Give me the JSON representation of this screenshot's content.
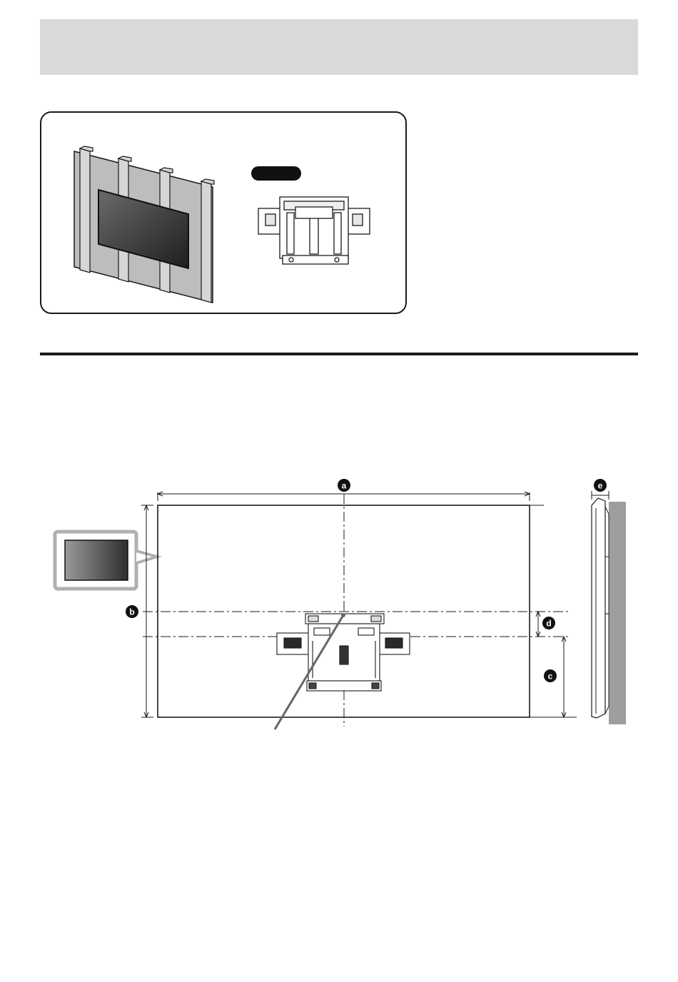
{
  "page": {
    "header_band_color": "#d9d9d9",
    "rule_color": "#1a1a1a"
  },
  "illustration": {
    "wall_panel_color": "#bdbdbd",
    "tv_screen_gradient": [
      "#5a5a5a",
      "#222222"
    ],
    "bracket_badge_color": "#111111",
    "wall_color": "#9e9e9e"
  },
  "diagram": {
    "labels": {
      "a": "a",
      "b": "b",
      "c": "c",
      "d": "d",
      "e": "e"
    },
    "marker_color": "#111111",
    "marker_text_color": "#ffffff"
  }
}
